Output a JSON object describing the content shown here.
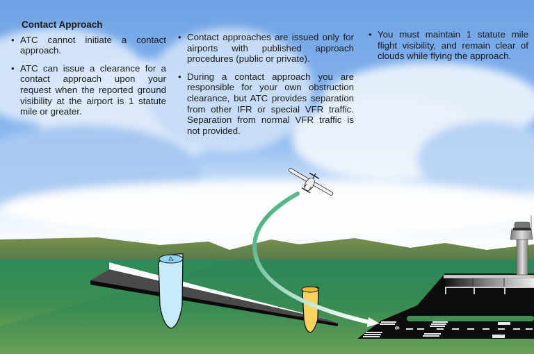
{
  "figure": {
    "title": "Contact Approach",
    "columns": [
      {
        "bullets": [
          "ATC cannot initiate a contact approach.",
          "ATC can issue a clearance for a contact approach upon your request when the reported ground visibility at the airport is 1 statute mile or greater."
        ]
      },
      {
        "bullets": [
          "Contact approaches are issued only for airports with published approach procedures (public or private).",
          "During a contact approach you are responsible for your own obstruction clearance, but ATC provides separation from other IFR or special VFR traffic. Separation from normal VFR traffic is not provided."
        ]
      },
      {
        "bullets": [
          "You must maintain 1 statute mile flight visibility, and remain clear of clouds while flying the approach."
        ]
      }
    ],
    "illustration": {
      "runway_number": "6",
      "elements": [
        "sky-with-clouds",
        "mountains",
        "green-terrain",
        "airplane",
        "curved-flight-path",
        "approach-course-beam",
        "blue-marker",
        "yellow-marker",
        "runway",
        "terminal-building",
        "control-tower"
      ]
    },
    "colors": {
      "sky": "#74a6e8",
      "cloud": "#f4f8fd",
      "mountain": "#6f8b4a",
      "terrain": "#2f8a5a",
      "path": "#4fb88a",
      "blue_marker": "#c6ecfb",
      "yellow_marker": "#f7d25e",
      "runway": "#0d0d0d"
    }
  }
}
